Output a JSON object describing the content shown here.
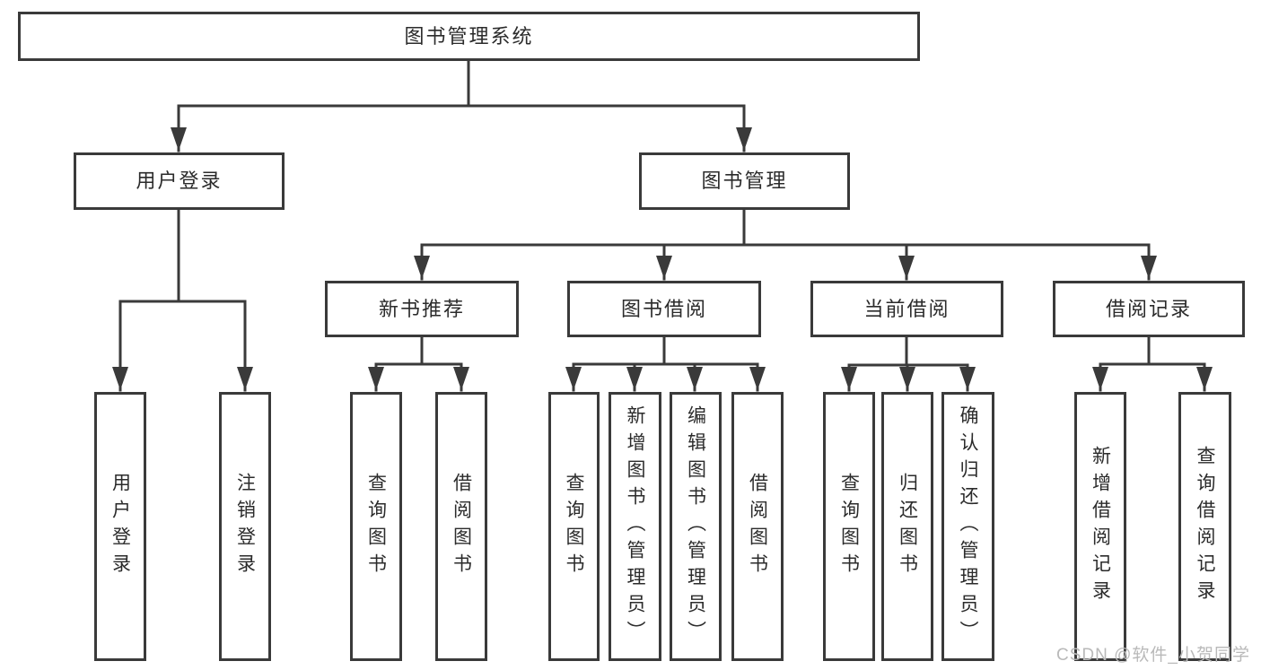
{
  "root": {
    "label": "图书管理系统"
  },
  "branches": [
    {
      "label": "用户登录",
      "children": [
        "用户登录",
        "注销登录"
      ]
    },
    {
      "label": "图书管理",
      "sections": [
        {
          "label": "新书推荐",
          "children": [
            "查询图书",
            "借阅图书"
          ]
        },
        {
          "label": "图书借阅",
          "children": [
            "查询图书",
            "新增图书（管理员）",
            "编辑图书（管理员）",
            "借阅图书"
          ]
        },
        {
          "label": "当前借阅",
          "children": [
            "查询图书",
            "归还图书",
            "确认归还（管理员）"
          ]
        },
        {
          "label": "借阅记录",
          "children": [
            "新增借阅记录",
            "查询借阅记录"
          ]
        }
      ]
    }
  ],
  "watermark": "CSDN @软件_小贺同学",
  "colors": {
    "line": "#3a3a3a",
    "text": "#2b2b2b",
    "watermark": "#b9b9b9",
    "background": "#ffffff"
  }
}
